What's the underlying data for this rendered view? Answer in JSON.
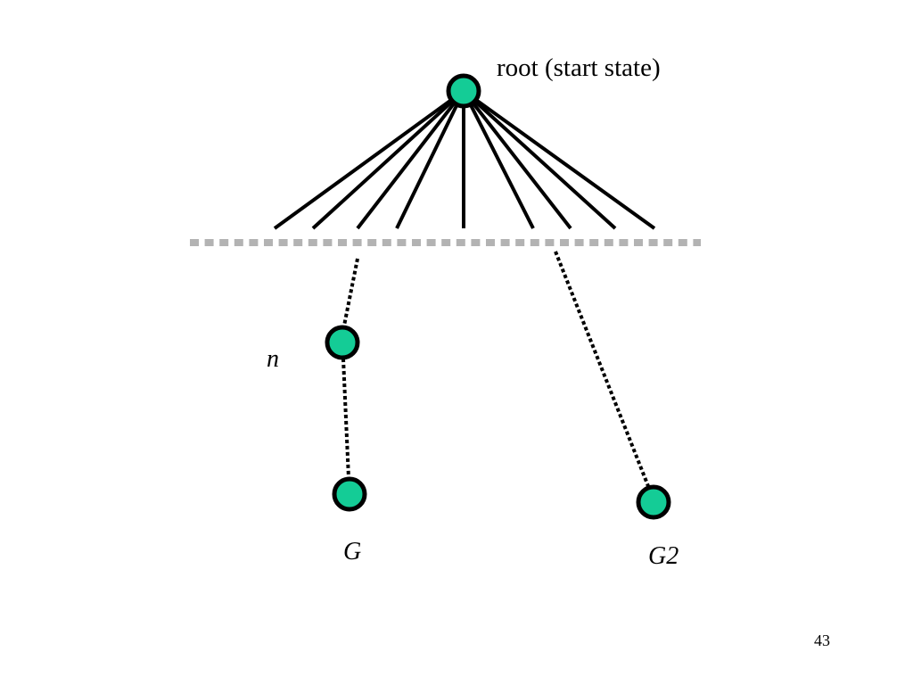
{
  "diagram": {
    "root_label": "root (start state)",
    "n_label": "n",
    "goal_label": "G",
    "goal2_label": "G2",
    "node_fill": "#14cc96",
    "node_stroke": "#000000",
    "frontier_color": "#b3b3b3"
  },
  "slide": {
    "page_number": "43"
  }
}
